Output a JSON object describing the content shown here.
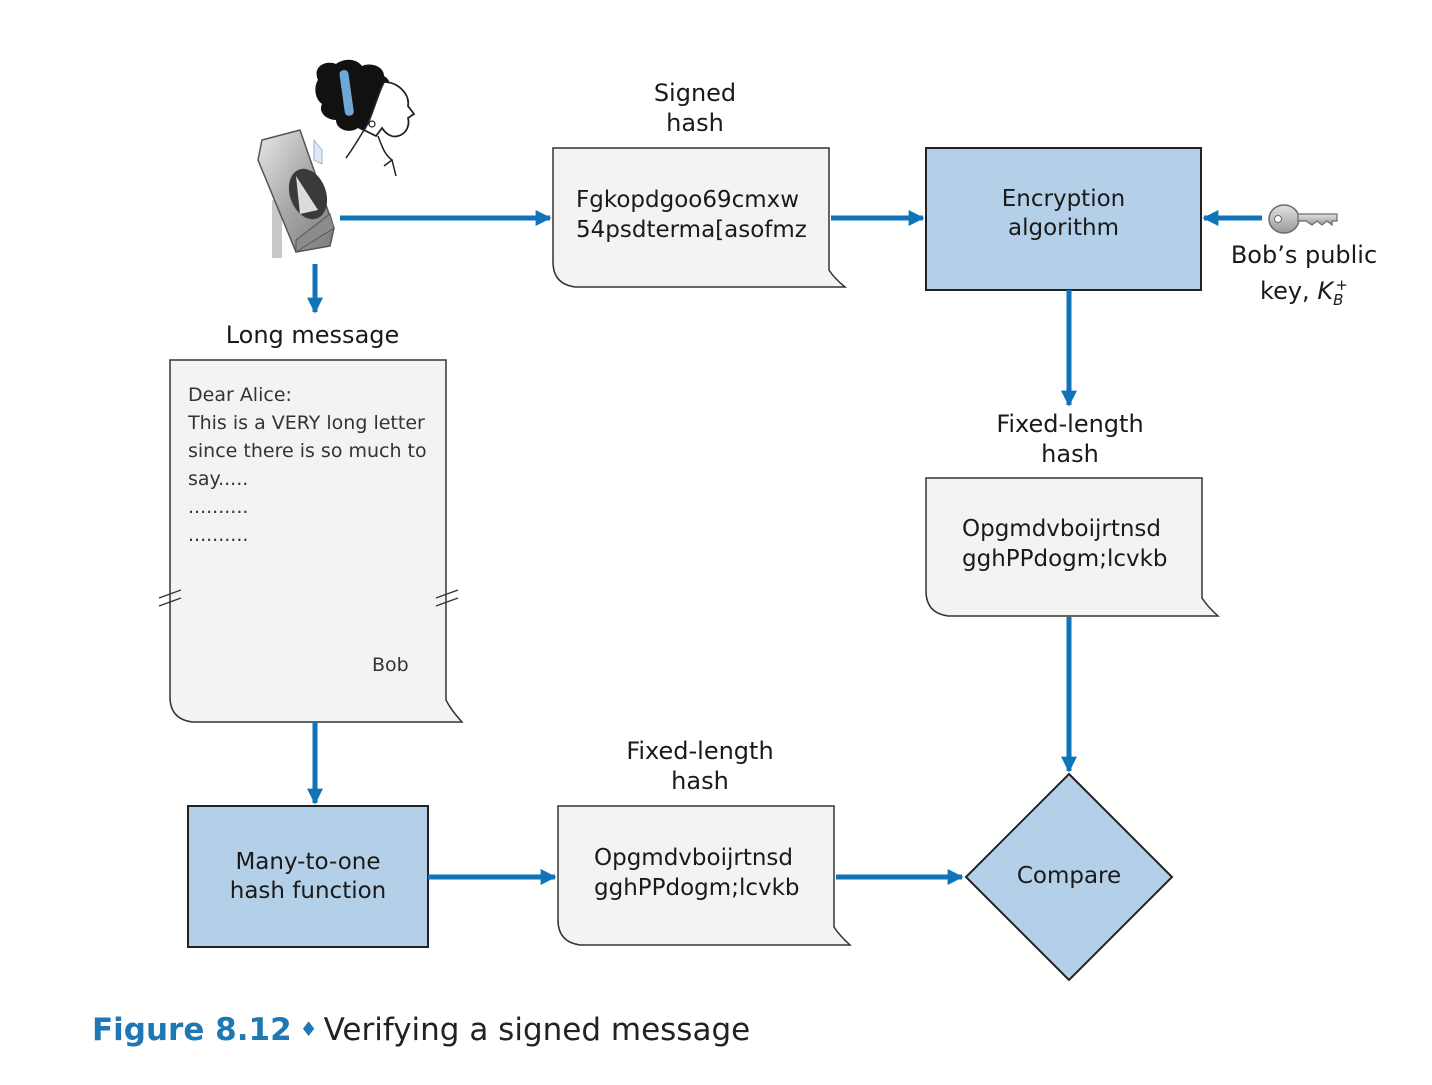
{
  "labels": {
    "signed_hash": [
      "Signed",
      "hash"
    ],
    "long_message": "Long message",
    "fixed_hash_right": [
      "Fixed-length",
      "hash"
    ],
    "fixed_hash_bottom": [
      "Fixed-length",
      "hash"
    ],
    "public_key_line1": "Bob’s public",
    "public_key_line2_prefix": "key, ",
    "public_key_symbol": "K",
    "public_key_subscript": "B",
    "public_key_superscript": "+"
  },
  "documents": {
    "signed_hash": [
      "Fgkopdgoo69cmxw",
      "54psdterma[asofmz"
    ],
    "fixed_hash_right": [
      "Opgmdvboijrtnsd",
      "gghPPdogm;lcvkb"
    ],
    "fixed_hash_bottom": [
      "Opgmdvboijrtnsd",
      "gghPPdogm;lcvkb"
    ]
  },
  "boxes": {
    "encryption": [
      "Encryption",
      "algorithm"
    ],
    "hash_function": [
      "Many-to-one",
      "hash function"
    ],
    "compare": "Compare"
  },
  "letter": {
    "lines": [
      "Dear Alice:",
      "This is a VERY long letter",
      "since there is so much to",
      "say.....",
      "..........",
      ".........."
    ],
    "signature": "Bob"
  },
  "caption": {
    "number": "Figure 8.12",
    "title": "Verifying a signed message"
  },
  "colors": {
    "arrow": "#1173b8",
    "box_fill": "#b3d0e8",
    "doc_fill": "#f3f4f2",
    "caption_accent": "#1f78b4"
  },
  "icons": [
    "mailbox-icon",
    "person-icon",
    "key-icon"
  ]
}
